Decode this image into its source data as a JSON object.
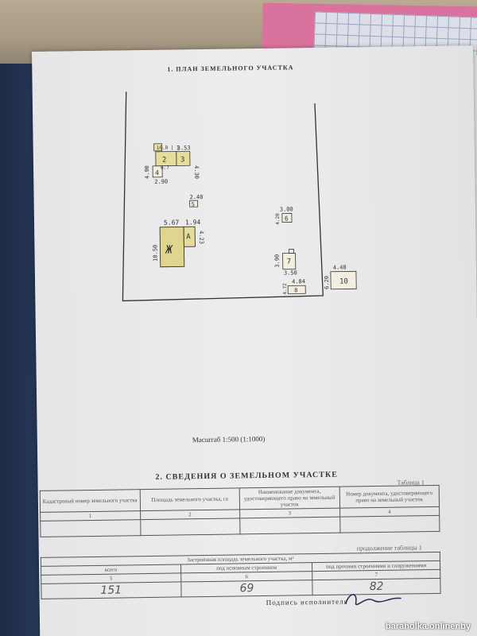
{
  "section1_title": "1. ПЛАН ЗЕМЕЛЬНОГО УЧАСТКА",
  "plan": {
    "labels": {
      "b1": "16.0 | 1",
      "b2": "2",
      "b3": "3",
      "b4": "4",
      "b5": "5",
      "b6": "6",
      "b7": "7",
      "b8": "8",
      "b9": "А",
      "b10": "10",
      "house": "Ж"
    },
    "dims": {
      "d1": "3.53",
      "d2": "4.90",
      "d3": "4.30",
      "d4": "6.7",
      "d5": "2.90",
      "d6": "2.40",
      "d7": "5.67",
      "d8": "1.94",
      "d9": "10.50",
      "d10": "4.23",
      "d11": "3.00",
      "d12": "4.20",
      "d13": "3.90",
      "d14": "3.50",
      "d15": "4.84",
      "d16": "4.40",
      "d17": "6.20",
      "d18": "4.72"
    }
  },
  "scale": "Масштаб 1:500 (1:1000)",
  "section2_title": "2. СВЕДЕНИЯ О ЗЕМЕЛЬНОМ УЧАСТКЕ",
  "table1": {
    "label": "Таблица 1",
    "headers": [
      "Кадастровый номер земельного участка",
      "Площадь земельного участка, га",
      "Наименование документа, удостоверяющего право на земельный участок",
      "Номер документа, удостоверяющего право на земельный участок"
    ],
    "numbers": [
      "1",
      "2",
      "3",
      "4"
    ]
  },
  "table2": {
    "label": "продолжение таблицы 1",
    "title": "Застроенная площадь земельного участка, м²",
    "headers": [
      "всего",
      "под основным строением",
      "под прочими строениями и сооружениями"
    ],
    "numbers": [
      "5",
      "6",
      "7"
    ],
    "values": [
      "151",
      "69",
      "82"
    ]
  },
  "signature_label": "Подпись исполнителя",
  "watermark": "baraholka.onliner.by"
}
